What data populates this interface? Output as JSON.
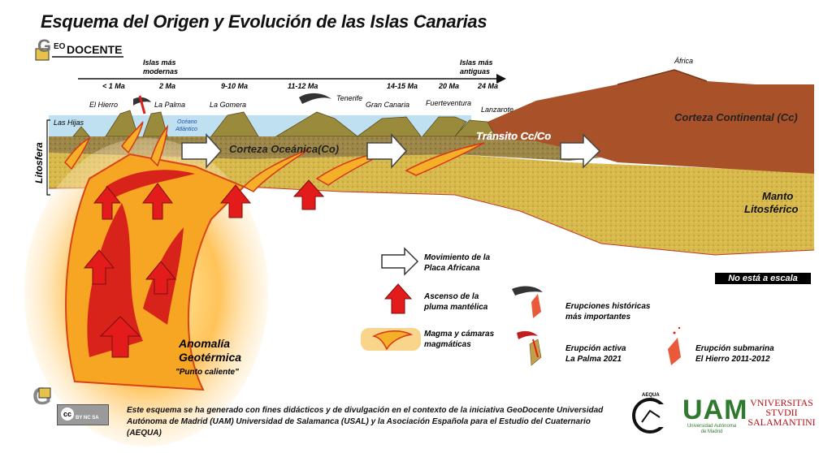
{
  "title": "Esquema del Origen y Evolución de las Islas Canarias",
  "logo": {
    "g": "G",
    "eo": "EO",
    "name": "DOCENTE"
  },
  "timeline": {
    "left_label_1": "Islas más",
    "left_label_2": "modernas",
    "right_label_1": "Islas más",
    "right_label_2": "antiguas",
    "ticks": [
      "< 1 Ma",
      "2 Ma",
      "9-10 Ma",
      "11-12 Ma",
      "14-15 Ma",
      "20 Ma",
      "24 Ma"
    ]
  },
  "islands": [
    "Las Hijas",
    "El Hierro",
    "La Palma",
    "La Gomera",
    "Tenerife",
    "Gran Canaria",
    "Fuerteventura",
    "Lanzarote"
  ],
  "ocean_label_1": "Océano",
  "ocean_label_2": "Atlántico",
  "africa": "África",
  "layers": {
    "oceanic_crust": "Corteza Oceánica(Co)",
    "continental_crust": "Corteza Continental (Cc)",
    "transition": "Tránsito Cc/Co",
    "lithosphere": "Litosfera",
    "mantle_1": "Manto",
    "mantle_2": "Litosférico"
  },
  "anomaly": {
    "line1": "Anomalía",
    "line2": "Geotérmica",
    "line3": "\"Punto caliente\""
  },
  "legend": {
    "plate_1": "Movimiento de la",
    "plate_2": "Placa Africana",
    "plume_1": "Ascenso de la",
    "plume_2": "pluma mantélica",
    "magma_1": "Magma y cámaras",
    "magma_2": "magmáticas",
    "historic_1": "Erupciones históricas",
    "historic_2": "más importantes",
    "active_1": "Erupción activa",
    "active_2": "La Palma 2021",
    "submarine_1": "Erupción submarina",
    "submarine_2": "El Hierro 2011-2012"
  },
  "scale_note": "No está a escala",
  "footer_1": "Este esquema se ha generado con fines didácticos y de divulgación en el contexto de la iniciativa GeoDocente Universidad",
  "footer_2": "Autónoma de Madrid (UAM) Universidad de Salamanca (USAL) y la Asociación Española para el Estudio del Cuaternario (AEQUA)",
  "license": {
    "cc": "cc",
    "terms": "BY  NC  SA"
  },
  "partners": {
    "aequa": "AEQUA",
    "uam": "UAM",
    "uam_sub_1": "Universidad Autónoma",
    "uam_sub_2": "de Madrid",
    "usal_1": "VNIVERSITAS",
    "usal_2": "STVDII",
    "usal_3": "SALAMANTINI"
  },
  "colors": {
    "continental": "#a9522a",
    "mantle": "#d6b64a",
    "oceanic": "#8d7a3e",
    "sea": "#bfe0f0",
    "magma": "#f08a1a",
    "plume_arrow": "#e31b1b"
  }
}
